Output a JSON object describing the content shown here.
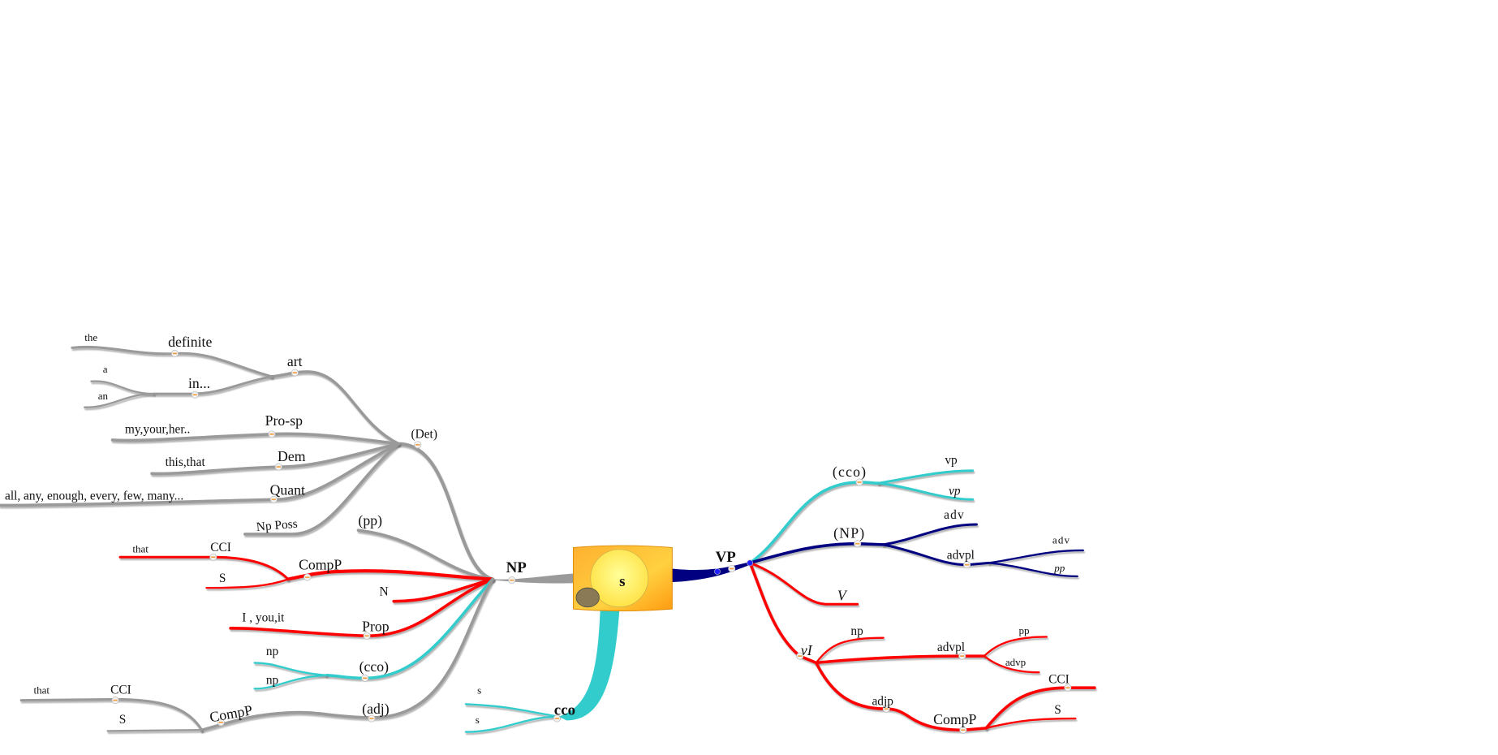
{
  "title": "s",
  "colors": {
    "gray": "#9a9a9a",
    "red": "#ff0000",
    "cyan": "#33cccc",
    "navy": "#000080",
    "center": "#ffc020"
  },
  "center": {
    "label": "s",
    "icon": "lightbulb-icon"
  },
  "np": {
    "label": "NP",
    "det": {
      "label": "(Det)",
      "art": {
        "label": "art",
        "definite": {
          "label": "definite",
          "the": "the"
        },
        "indefinite": {
          "label": "in...",
          "a": "a",
          "an": "an"
        }
      },
      "pro_sp": {
        "label": "Pro-sp",
        "leaf": "my,your,her.."
      },
      "dem": {
        "label": "Dem",
        "leaf": "this,that"
      },
      "quant": {
        "label": "Quant",
        "leaf": "all, any, enough, every, few, many..."
      },
      "np_poss": "Np Poss"
    },
    "pp": "(pp)",
    "compp": {
      "label": "CompP",
      "cci": "CCI",
      "that": "that",
      "s": "S"
    },
    "n": "N",
    "prop": {
      "label": "Prop",
      "leaf": "I , you,it"
    },
    "cco": {
      "label": "(cco)",
      "np1": "np",
      "np2": "np"
    },
    "adj": {
      "label": "(adj)",
      "compp": {
        "label": "CompP",
        "cci": "CCI",
        "that": "that",
        "s": "S"
      }
    }
  },
  "cco": {
    "label": "cco",
    "s1": "s",
    "s2": "s"
  },
  "vp": {
    "label": "VP",
    "cco": {
      "label": "(cco)",
      "vp1": "vp",
      "vp2": "vp"
    },
    "np": {
      "label": "(NP)",
      "adv": "adv",
      "advpl": {
        "label": "advpl",
        "adv": "adv",
        "pp": "pp"
      }
    },
    "v": "V",
    "vi": {
      "label": "vI",
      "np": "np",
      "advpl": {
        "label": "advpl",
        "pp": "pp",
        "advp": "advp"
      },
      "adjp": {
        "label": "adjp",
        "compp": {
          "label": "CompP",
          "cci": "CCI",
          "s": "S"
        }
      }
    }
  }
}
